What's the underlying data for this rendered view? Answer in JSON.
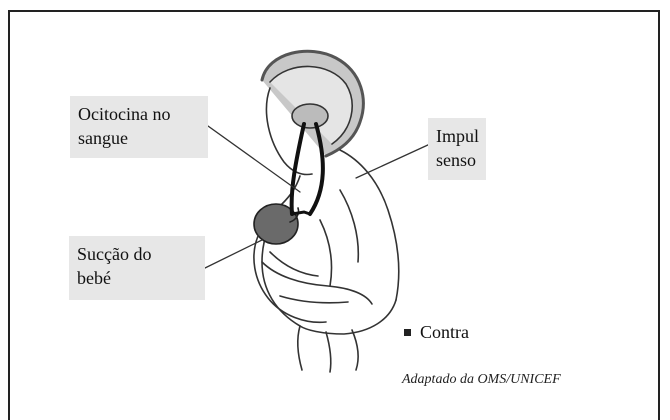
{
  "labels": {
    "oxytocin": "Ocitocina no\nsangue",
    "impulses": "Impul\nsenso",
    "suckling": "Sucção do\nbebé",
    "bullet": "Contra"
  },
  "credit": "Adaptado da OMS/UNICEF"
}
